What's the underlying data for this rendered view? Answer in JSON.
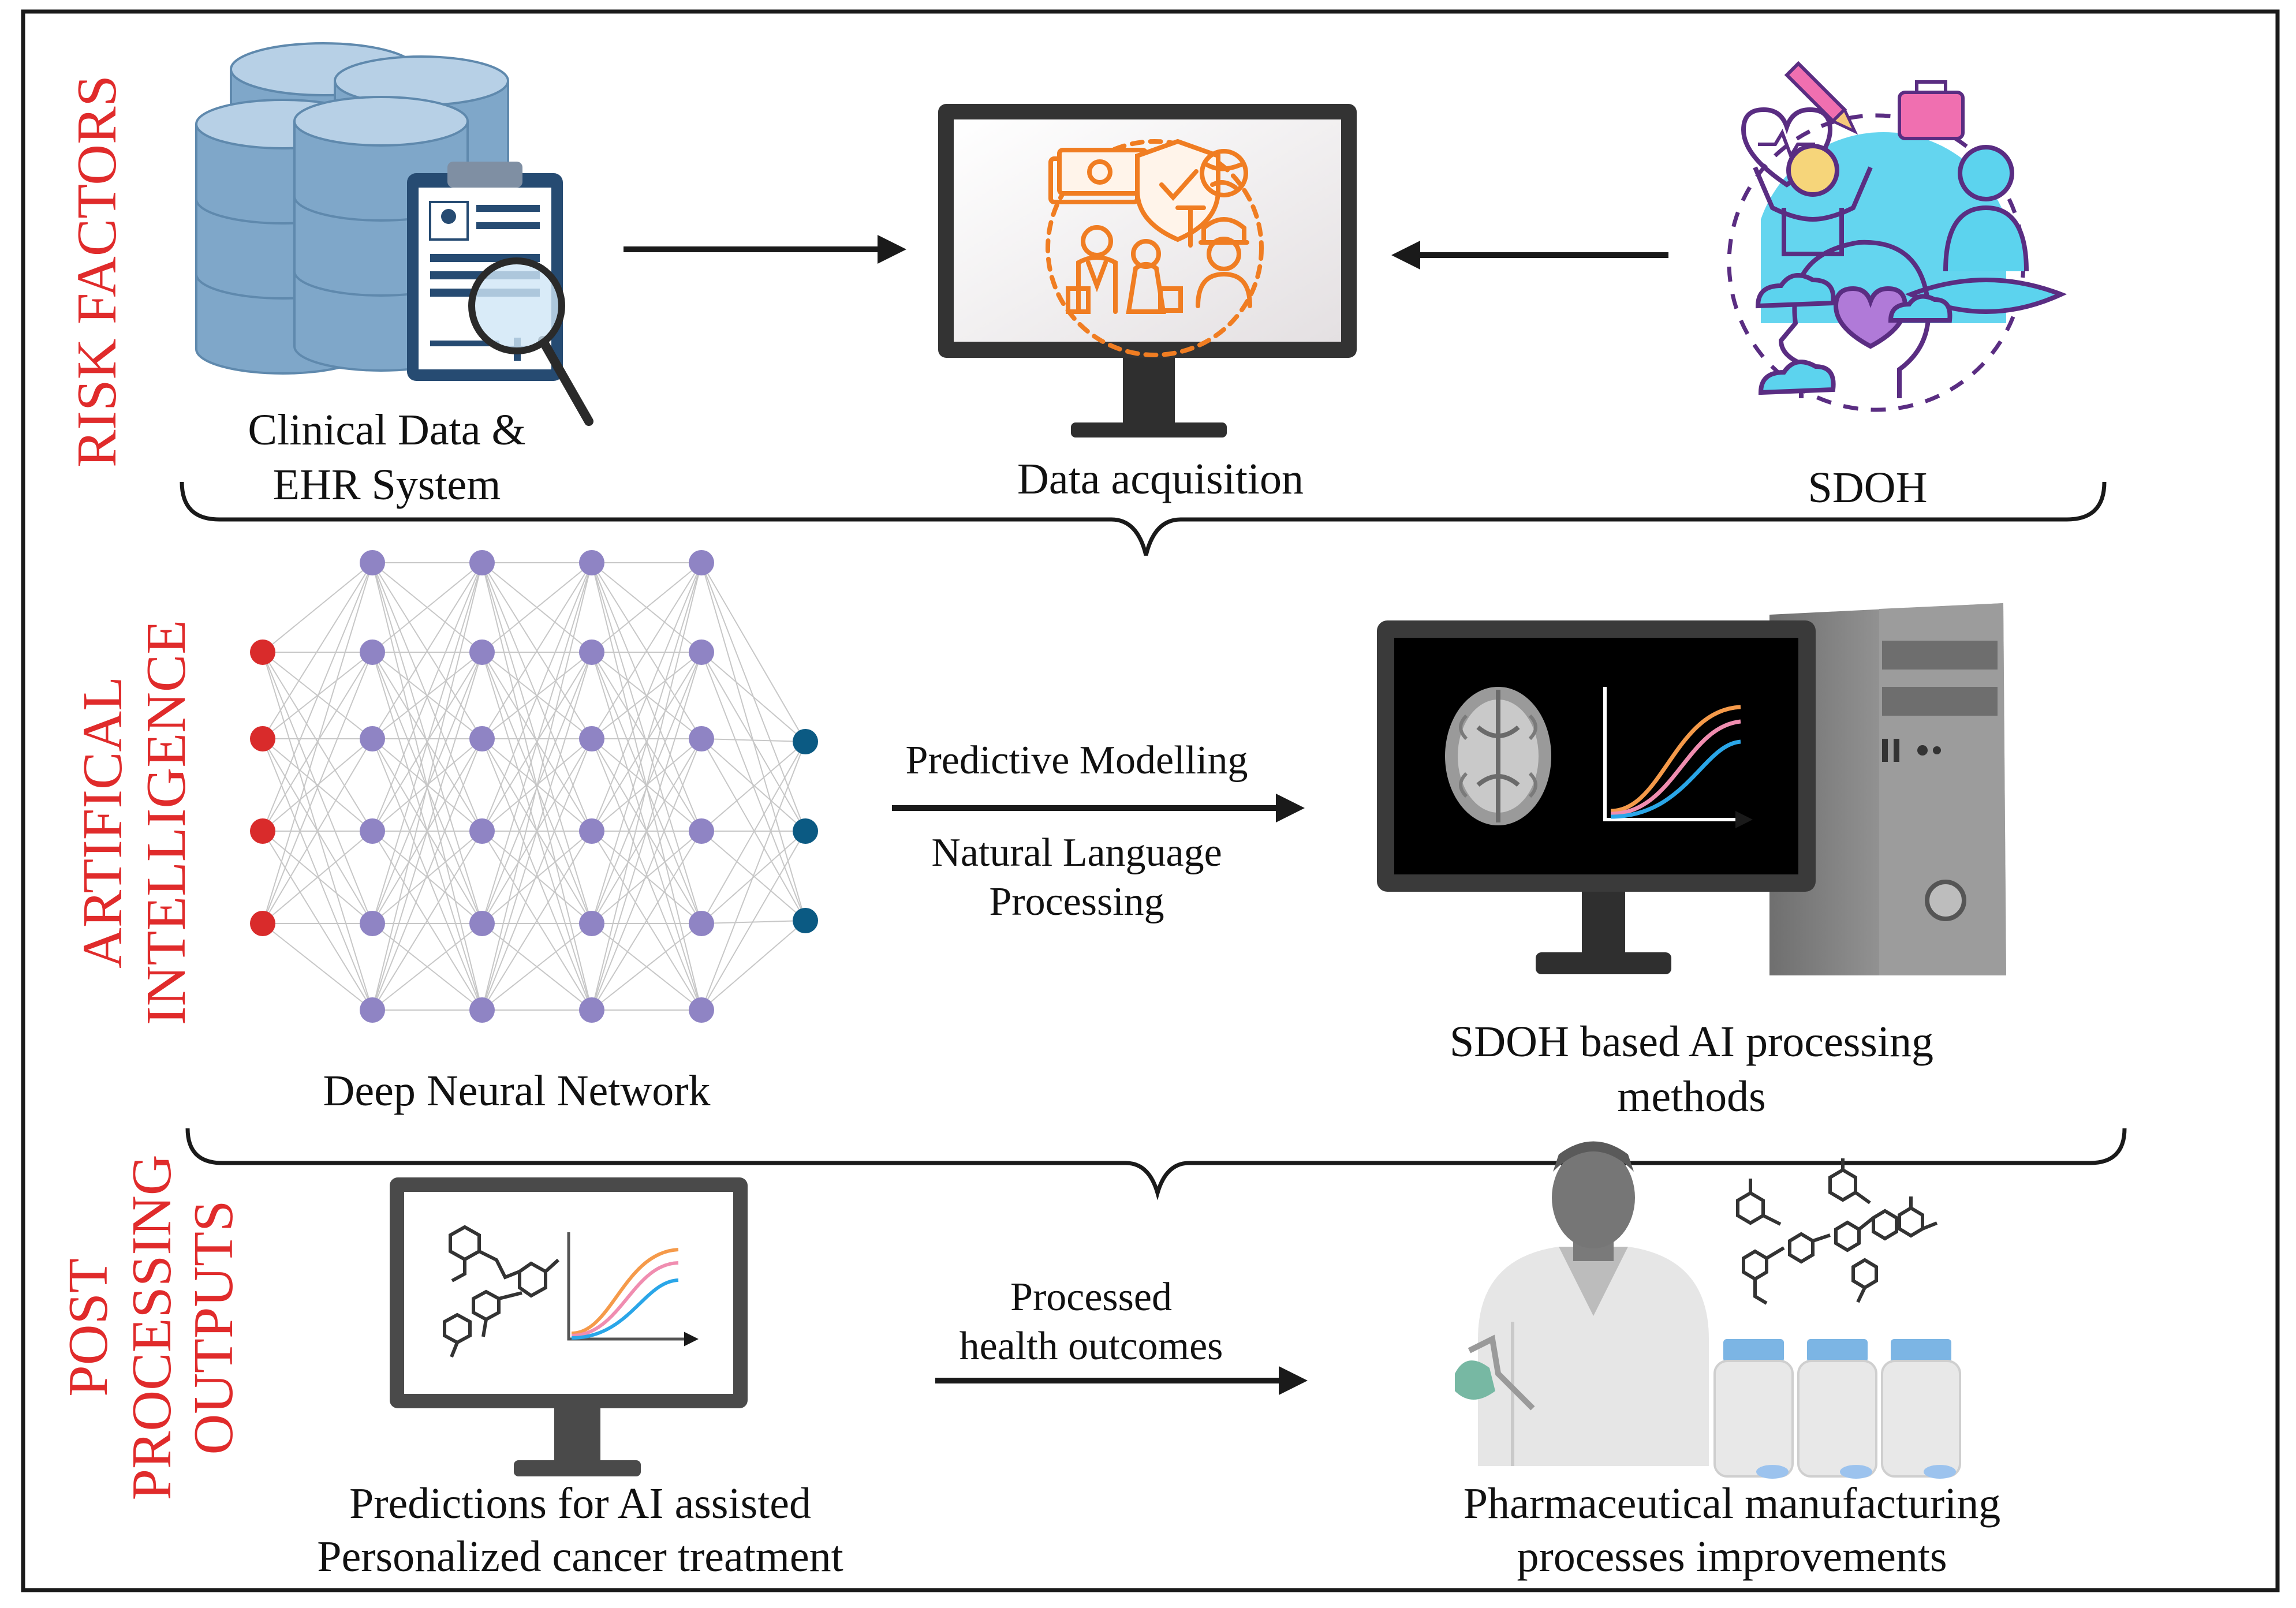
{
  "colors": {
    "section_label": "#e02b2b",
    "input_node": "#d92b2b",
    "hidden_node": "#8f84c4",
    "output_node": "#0b5a83",
    "arrow": "#1a1a1a",
    "frame": "#1a1a1a",
    "database": "#7fa7c9",
    "acquisition_icons": "#f07d22",
    "sdoh_circle": "#5cd3ee",
    "sdoh_lines": "#5a2d82",
    "curve_orange": "#f59a4a",
    "curve_pink": "#f08db0",
    "curve_blue": "#2aa6e8"
  },
  "sections": {
    "risk_factors": [
      "RISK FACTORS"
    ],
    "artificial_intelligence": [
      "ARTIFICAL",
      "INTELLIGENCE"
    ],
    "post_processing": [
      "POST",
      "PROCESSING",
      "OUTPUTS"
    ]
  },
  "row1": {
    "ehr_label": [
      "Clinical Data &",
      "EHR System"
    ],
    "acquisition_label": "Data acquisition",
    "sdoh_label": "SDOH"
  },
  "row2": {
    "network": {
      "input_nodes": 4,
      "hidden_layers": 4,
      "hidden_nodes": 6,
      "output_nodes": 3
    },
    "network_label": "Deep Neural Network",
    "arrow_top_label": "Predictive Modelling",
    "arrow_bottom_label": [
      "Natural Language",
      "Processing"
    ],
    "workstation_label": [
      "SDOH based AI processing",
      "methods"
    ]
  },
  "row3": {
    "predictions_label": [
      "Predictions for AI assisted",
      "Personalized cancer treatment"
    ],
    "arrow_label": [
      "Processed",
      "health outcomes"
    ],
    "pharma_label": [
      "Pharmaceutical manufacturing",
      "processes improvements"
    ]
  },
  "icons": [
    "database-icon",
    "clipboard-icon",
    "magnifier-icon",
    "monitor-icon",
    "money-icon",
    "shield-icon",
    "globe-icon",
    "family-icon",
    "worker-icon",
    "heart-icon",
    "pencil-icon",
    "briefcase-icon",
    "person-icon",
    "head-icon",
    "brain-icon",
    "computer-tower-icon",
    "molecule-icon",
    "scientist-icon",
    "bottle-icon"
  ]
}
